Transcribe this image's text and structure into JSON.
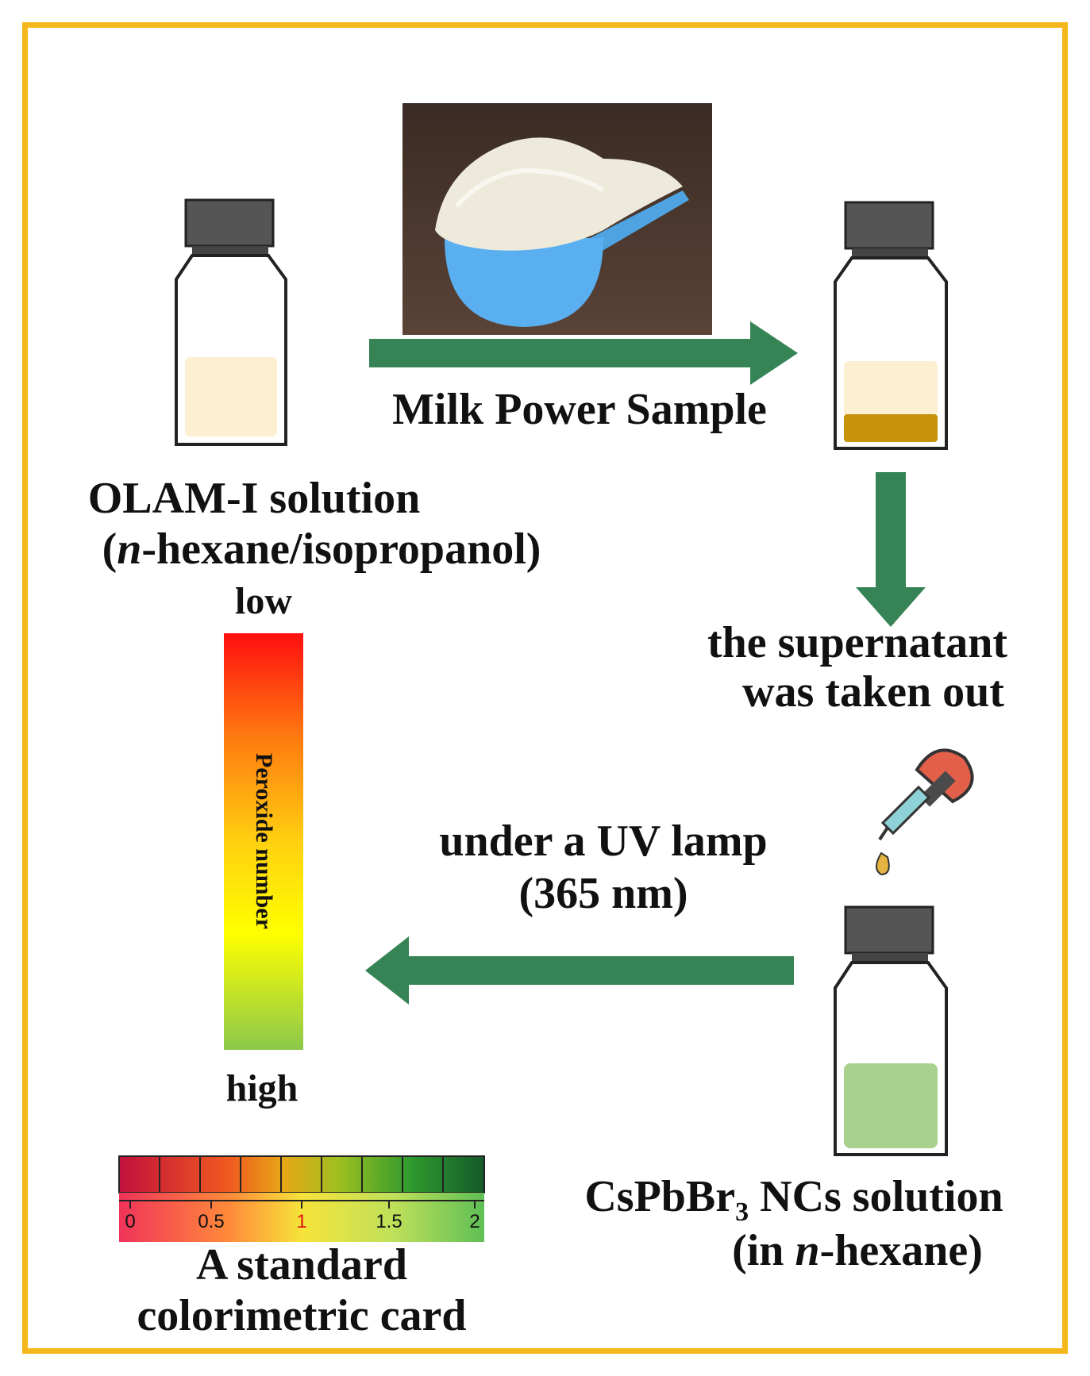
{
  "labels": {
    "step1_line1": "OLAM-I solution",
    "step1_line2_open": "(",
    "step1_line2_italic": "n",
    "step1_line2_rest": "-hexane/isopropanol)",
    "arrow1": "Milk Power Sample",
    "arrow2_line1": "the supernatant",
    "arrow2_line2": "was taken out",
    "step3_line1_a": "CsPbBr",
    "step3_line1_sub": "3",
    "step3_line1_b": " NCs solution",
    "step3_line2_open": "(in ",
    "step3_line2_italic": "n",
    "step3_line2_rest": "-hexane)",
    "arrow3_line1": "under a UV lamp",
    "arrow3_line2": "(365 nm)",
    "scale_top": "low",
    "scale_bottom": "high",
    "scale_title": "Peroxide number",
    "card_line1": "A standard",
    "card_line2": "colorimetric card"
  },
  "card": {
    "ticks": [
      "0",
      "0.5",
      "1",
      "1.5",
      "2"
    ],
    "highlight_tick": "1"
  },
  "colors": {
    "frame": "#f5b81c",
    "arrow": "#368456",
    "cap": "#555555",
    "olam_liquid": "#fdf0d2",
    "sediment": "#c8920a",
    "nc_liquid": "#a8d18d",
    "gradient_top": "#ff1010",
    "gradient_mid": "#ffff00",
    "gradient_bottom": "#8cc84b"
  }
}
